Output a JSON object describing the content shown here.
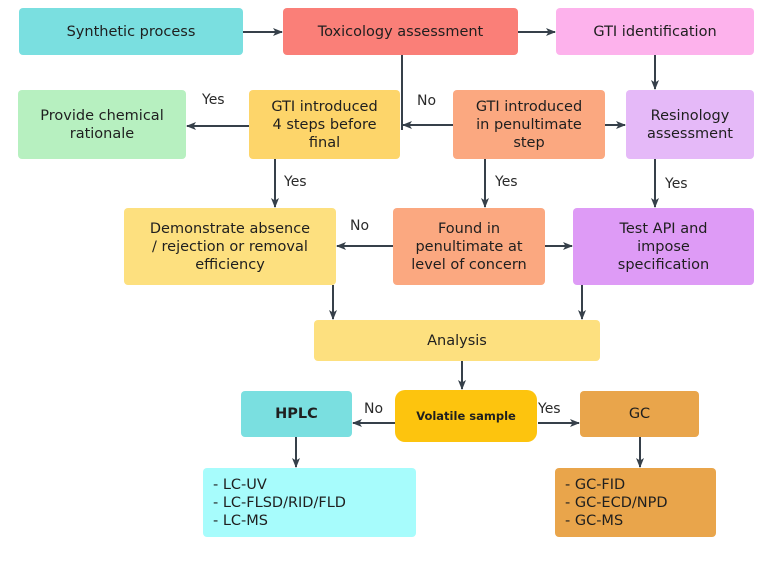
{
  "diagram": {
    "type": "flowchart",
    "nodes": {
      "synthetic_process": {
        "label": "Synthetic process",
        "color": "#7ADFE0"
      },
      "toxicology_assessment": {
        "label": "Toxicology assessment",
        "color": "#FA7F78"
      },
      "gti_identification": {
        "label": "GTI identification",
        "color": "#FDB2EC"
      },
      "provide_chemical_rationale": {
        "label": "Provide chemical\nrationale",
        "color": "#B7F0C0"
      },
      "gti_4_steps": {
        "label": "GTI introduced\n4 steps before\nfinal",
        "color": "#FDD56A"
      },
      "gti_penultimate": {
        "label": "GTI introduced\nin penultimate\nstep",
        "color": "#FBA880"
      },
      "resinology_assessment": {
        "label": "Resinology\nassessment",
        "color": "#E5B9F8"
      },
      "demonstrate_absence": {
        "label": "Demonstrate absence\n/ rejection or removal\nefficiency",
        "color": "#FDE07F"
      },
      "found_in_penultimate": {
        "label": "Found in\npenultimate at\nlevel of concern",
        "color": "#FBA880"
      },
      "test_api": {
        "label": "Test API and\nimpose\nspecification",
        "color": "#DE9BF6"
      },
      "analysis": {
        "label": "Analysis",
        "color": "#FDE07F"
      },
      "hplc": {
        "label": "HPLC",
        "color": "#7ADFE0"
      },
      "volatile_sample": {
        "label": "Volatile sample",
        "color": "#FDC40E"
      },
      "gc": {
        "label": "GC",
        "color": "#E9A54B"
      },
      "lc_methods": {
        "label": "- LC-UV\n- LC-FLSD/RID/FLD\n- LC-MS",
        "color": "#A7FCFC"
      },
      "gc_methods": {
        "label": "- GC-FID\n- GC-ECD/NPD\n- GC-MS",
        "color": "#E9A54B"
      }
    },
    "edge_labels": {
      "yes_rationale": "Yes",
      "no_penultimate_to_4steps": "No",
      "yes_4steps_down": "Yes",
      "yes_penultimate_down": "Yes",
      "yes_resinology_down": "Yes",
      "no_found_to_demonstrate": "No",
      "no_volatile_to_hplc": "No",
      "yes_volatile_to_gc": "Yes"
    },
    "edges": [
      {
        "from": "synthetic_process",
        "to": "toxicology_assessment"
      },
      {
        "from": "toxicology_assessment",
        "to": "gti_identification"
      },
      {
        "from": "toxicology_assessment",
        "to": "gti_4_steps"
      },
      {
        "from": "gti_identification",
        "to": "resinology_assessment"
      },
      {
        "from": "gti_4_steps",
        "to": "provide_chemical_rationale",
        "label": "Yes"
      },
      {
        "from": "gti_penultimate",
        "to": "gti_4_steps",
        "label": "No"
      },
      {
        "from": "gti_penultimate",
        "to": "resinology_assessment"
      },
      {
        "from": "gti_4_steps",
        "to": "demonstrate_absence",
        "label": "Yes"
      },
      {
        "from": "gti_penultimate",
        "to": "found_in_penultimate",
        "label": "Yes"
      },
      {
        "from": "resinology_assessment",
        "to": "test_api",
        "label": "Yes"
      },
      {
        "from": "found_in_penultimate",
        "to": "demonstrate_absence",
        "label": "No"
      },
      {
        "from": "found_in_penultimate",
        "to": "test_api"
      },
      {
        "from": "demonstrate_absence",
        "to": "analysis"
      },
      {
        "from": "test_api",
        "to": "analysis"
      },
      {
        "from": "analysis",
        "to": "volatile_sample"
      },
      {
        "from": "volatile_sample",
        "to": "hplc",
        "label": "No"
      },
      {
        "from": "volatile_sample",
        "to": "gc",
        "label": "Yes"
      },
      {
        "from": "hplc",
        "to": "lc_methods"
      },
      {
        "from": "gc",
        "to": "gc_methods"
      }
    ],
    "edge_color": "#36404A"
  }
}
